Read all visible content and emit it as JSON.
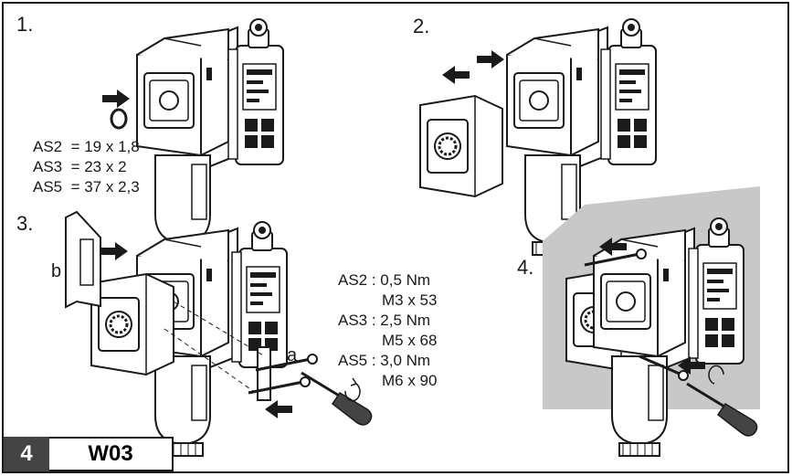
{
  "steps": {
    "s1": "1.",
    "s2": "2.",
    "s3": "3.",
    "s4": "4."
  },
  "oring_specs": {
    "as2": "AS2  = 19 x 1,8",
    "as3": "AS3  = 23 x 2",
    "as5": "AS5  = 37 x 2,3"
  },
  "torque_specs": {
    "as2_torque": "AS2 : 0,5 Nm",
    "as2_screw": "M3 x 53",
    "as3_torque": "AS3 : 2,5 Nm",
    "as3_screw": "M5 x 68",
    "as5_torque": "AS5 : 3,0 Nm",
    "as5_screw": "M6 x 90"
  },
  "callouts": {
    "a": "a",
    "b": "b"
  },
  "footer": {
    "page_number": "4",
    "code": "W03"
  },
  "colors": {
    "line": "#1a1a1a",
    "wall": "#c8c8c8",
    "footer_bg": "#444444"
  }
}
